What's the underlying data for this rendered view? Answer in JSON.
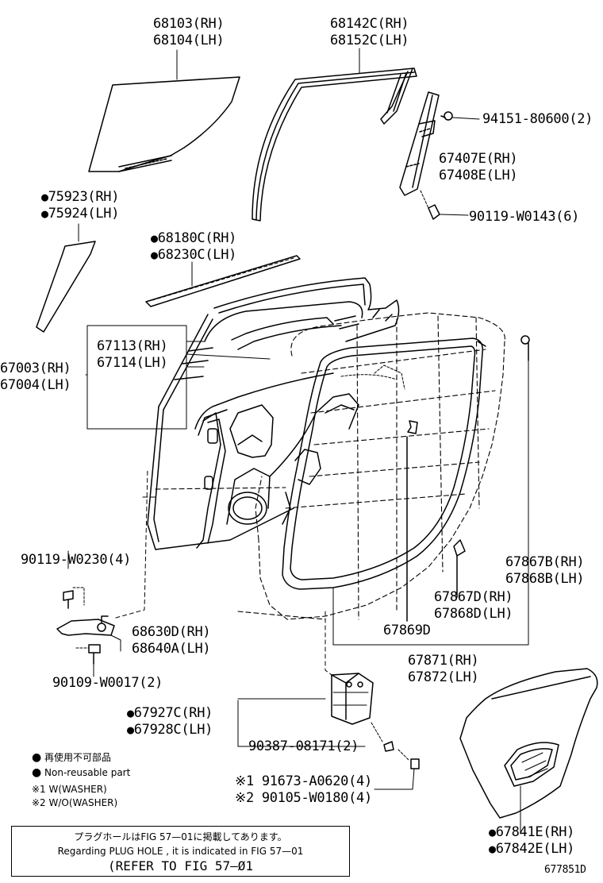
{
  "labels": {
    "glass": [
      "68103(RH)",
      "68104(LH)"
    ],
    "run_channel": [
      "68142C(RH)",
      "68152C(LH)"
    ],
    "bolt_top": "94151-80600(2)",
    "division_bar": [
      "67407E(RH)",
      "67408E(LH)"
    ],
    "screw_divbar": "90119-W0143(6)",
    "pillar_garnish": [
      "75923(RH)",
      "75924(LH)"
    ],
    "belt_weatherstrip": [
      "68180C(RH)",
      "68230C(LH)"
    ],
    "door_panel_inner": [
      "67113(RH)",
      "67114(LH)"
    ],
    "door_panel_outer": [
      "67003(RH)",
      "67004(LH)"
    ],
    "weatherstrip_outer": [
      "67867B(RH)",
      "67868B(LH)"
    ],
    "screw_check": "90119-W0230(4)",
    "door_check": [
      "68630D(RH)",
      "68640A(LH)"
    ],
    "weatherstrip_d": [
      "67867D(RH)",
      "67868D(LH)"
    ],
    "clip": "67869D",
    "weatherstrip_main": [
      "67871(RH)",
      "67872(LH)"
    ],
    "bolt_check": "90109-W0017(2)",
    "bracket": [
      "67927C(RH)",
      "67928C(LH)"
    ],
    "nut": "90387-08171(2)",
    "screw_a": "※1 91673-A0620(4)",
    "screw_b": "※2 90105-W0180(4)",
    "trim_panel": [
      "67841E(RH)",
      "67842E(LH)"
    ]
  },
  "legend": {
    "jp": "再使用不可部品",
    "en": "Non-reusable part",
    "washer": "※1 W(WASHER)",
    "no_washer": "※2 W/O(WASHER)"
  },
  "note": {
    "line1": "プラグホールはFIG 57—01に掲載してあります。",
    "line2": "Regarding PLUG HOLE , it is indicated in FIG 57—01",
    "line3": "(REFER TO FIG 57—Ø1"
  },
  "figure_number": "677851D"
}
